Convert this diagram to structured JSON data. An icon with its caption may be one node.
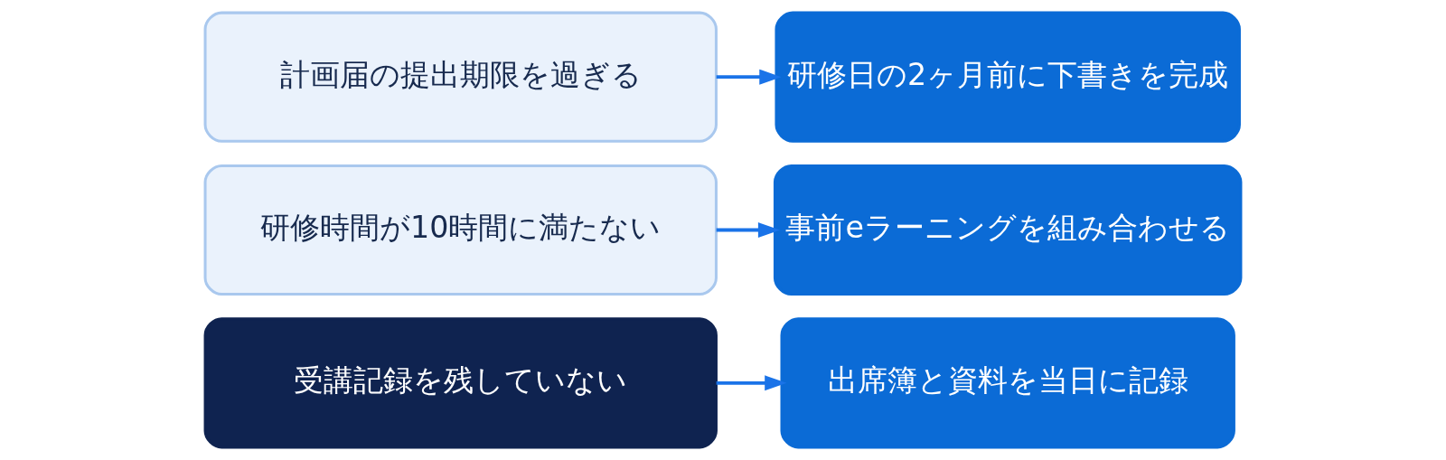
{
  "diagram": {
    "nodes": [
      {
        "text": [
          "計画届の提出期限を過ぎる"
        ]
      },
      {
        "text": [
          "研修日の2ヶ月前に下書きを完成"
        ]
      },
      {
        "text": [
          "研修時間が10時間に満たない"
        ]
      },
      {
        "text": [
          "事前eラーニングを組み合わせる"
        ]
      },
      {
        "text": [
          "受講記録を残していない"
        ]
      },
      {
        "text": [
          "出席簿と資料を当日に記録"
        ]
      }
    ],
    "edges": [
      {
        "from": 0,
        "to": 1,
        "arrow": "to"
      },
      {
        "from": 2,
        "to": 3,
        "arrow": "to"
      },
      {
        "from": 4,
        "to": 5,
        "arrow": "to"
      }
    ]
  }
}
